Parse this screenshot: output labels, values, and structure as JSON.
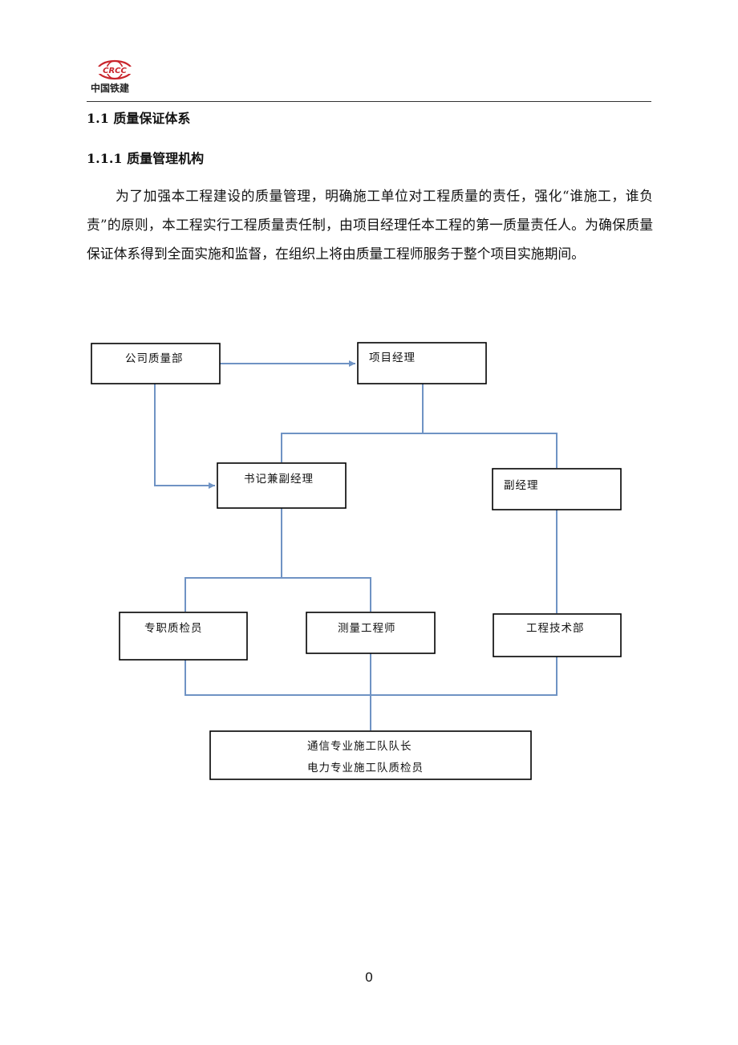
{
  "header": {
    "logo_mark": "CRCC",
    "logo_text": "中国铁建"
  },
  "heading1": "1.1 质量保证体系",
  "heading2": "1.1.1 质量管理机构",
  "paragraph": "为了加强本工程建设的质量管理，明确施工单位对工程质量的责任，强化“谁施工，谁负责”的原则，本工程实行工程质量责任制，由项目经理任本工程的第一质量责任人。为确保质量保证体系得到全面实施和监督，在组织上将由质量工程师服务于整个项目实施期间。",
  "org_chart": {
    "company_quality": "公司质量部",
    "project_manager": "项目经理",
    "secretary_deputy": "书记兼副经理",
    "deputy_manager": "副经理",
    "quality_inspector": "专职质检员",
    "survey_engineer": "测量工程师",
    "engineering_dept": "工程技术部",
    "team_line1": "通信专业施工队队长",
    "team_line2": "电力专业施工队质检员"
  },
  "colors": {
    "connector": "#6f93c4",
    "box_border": "#000000"
  },
  "page_number": "0"
}
